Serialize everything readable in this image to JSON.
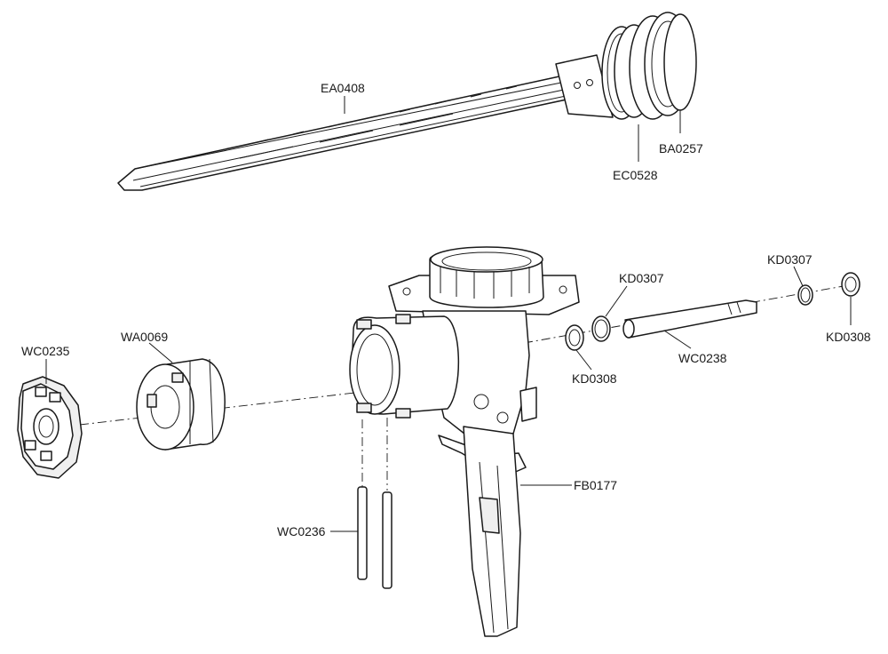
{
  "labels": {
    "ea0408": "EA0408",
    "ba0257": "BA0257",
    "ec0528": "EC0528",
    "kd0307_a": "KD0307",
    "kd0307_b": "KD0307",
    "kd0308_a": "KD0308",
    "kd0308_b": "KD0308",
    "wc0238": "WC0238",
    "wc0235": "WC0235",
    "wa0069": "WA0069",
    "fb0177": "FB0177",
    "wc0236": "WC0236"
  }
}
